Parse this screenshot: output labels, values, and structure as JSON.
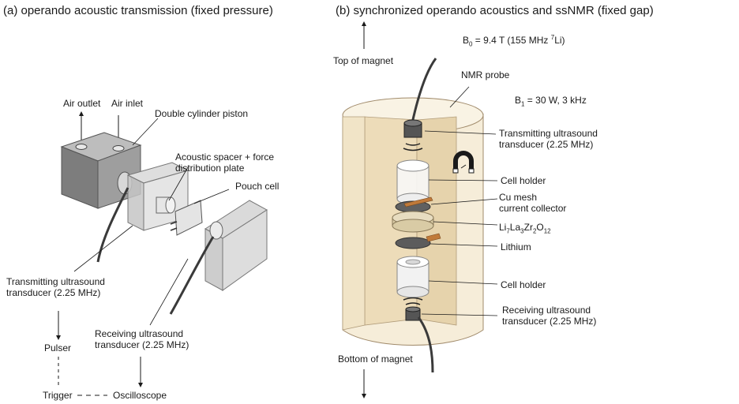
{
  "panel_a": {
    "title": "(a) operando acoustic transmission (fixed pressure)",
    "labels": {
      "air_outlet": "Air outlet",
      "air_inlet": "Air inlet",
      "piston": "Double cylinder piston",
      "spacer": "Acoustic spacer + force\ndistribution plate",
      "pouch_cell": "Pouch cell",
      "transmitting": "Transmitting ultrasound\ntransducer (2.25 MHz)",
      "receiving": "Receiving ultrasound\ntransducer (2.25 MHz)",
      "pulser": "Pulser",
      "trigger": "Trigger",
      "oscilloscope": "Oscilloscope"
    }
  },
  "panel_b": {
    "title": "(b) synchronized operando acoustics and ssNMR (fixed gap)",
    "labels": {
      "b0_prefix": "B",
      "b0_sub": "0",
      "b0_mid": " = 9.4 T (155 MHz ",
      "b0_sup": "7",
      "b0_end": "Li)",
      "top_magnet": "Top of magnet",
      "nmr_probe": "NMR probe",
      "b1_prefix": "B",
      "b1_sub": "1",
      "b1_rest": " = 30 W, 3 kHz",
      "transmitting": "Transmitting ultrasound\ntransducer (2.25 MHz)",
      "cell_holder_top": "Cell holder",
      "cu_mesh": "Cu mesh\ncurrent collector",
      "llzo_li": "Li",
      "llzo_7": "7",
      "llzo_la": "La",
      "llzo_3": "3",
      "llzo_zr": "Zr",
      "llzo_2": "2",
      "llzo_o": "O",
      "llzo_12": "12",
      "lithium": "Lithium",
      "cell_holder_bottom": "Cell holder",
      "receiving": "Receiving ultrasound\ntransducer (2.25 MHz)",
      "bottom_magnet": "Bottom of magnet"
    }
  },
  "colors": {
    "probe_fill": "#f6edd9",
    "probe_inner": "#eddcb9",
    "metal": "#8a8a8a",
    "acrylic": "#c4c4c4",
    "llzo": "#e7dcc0",
    "copper": "#c07a3a"
  }
}
